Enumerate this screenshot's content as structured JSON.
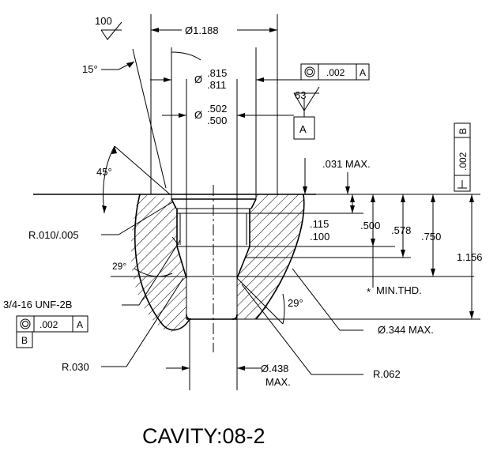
{
  "caption": "CAVITY:08-2",
  "dimensions": {
    "dia_1188": "Ø1.188",
    "dia_815_sym": "Ø",
    "dia_815_upper": ".815",
    "dia_815_lower": ".811",
    "dia_502_sym": "Ø",
    "dia_502_upper": ".502",
    "dia_502_lower": ".500",
    "max_031": ".031 MAX.",
    "d_115": ".115",
    "d_100": ".100",
    "d_500": ".500",
    "d_578": ".578",
    "d_750": ".750",
    "d_1156": "1.156",
    "min_thd": "MIN.THD.",
    "min_thd_star": "*",
    "dia_344": "Ø.344 MAX.",
    "dia_438": "Ø.438",
    "dia_438_max": "MAX.",
    "r_062": "R.062",
    "r_030": "R.030",
    "r_010": "R.010/.005",
    "thread": "3/4-16 UNF-2B",
    "angle_15": "15°",
    "angle_45": "45°",
    "angle_29_left": "29°",
    "angle_29_right": "29°"
  },
  "surface_finish": {
    "top": "100",
    "datum_a_finish": "63"
  },
  "datums": {
    "a": "A",
    "b": "B"
  },
  "fcf_top": {
    "tol": ".002",
    "datum": "A"
  },
  "fcf_left": {
    "tol": ".002",
    "datum": "A",
    "extra": "B"
  },
  "fcf_right": {
    "tol": ".002",
    "datum": "B"
  }
}
